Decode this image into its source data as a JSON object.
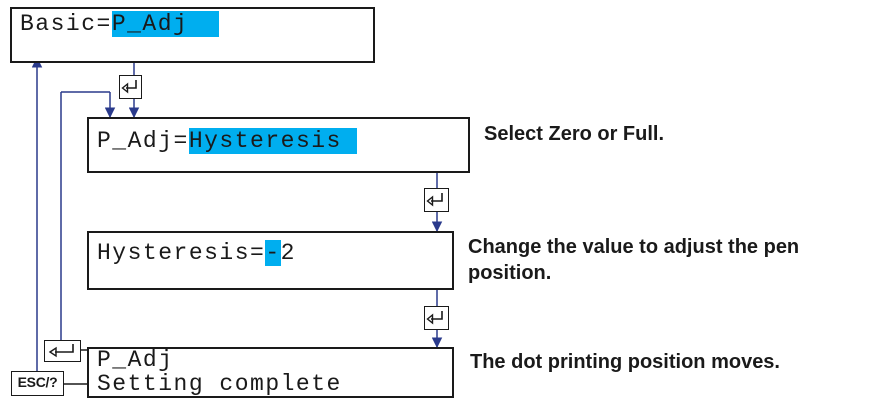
{
  "screens": {
    "basic": {
      "prefix": "Basic=",
      "value": "P_Adj"
    },
    "p_adj": {
      "prefix": "P_Adj=",
      "value": "Hysteresis"
    },
    "hysteresis": {
      "prefix": "Hysteresis=",
      "cursor": "-",
      "value": "2"
    },
    "complete": {
      "line1": "P_Adj",
      "line2": "Setting complete"
    }
  },
  "notes": {
    "select": "Select Zero or Full.",
    "change": "Change the value to adjust the pen position.",
    "moves": "The dot printing position moves."
  },
  "keys": {
    "enter_icon": "enter-key-icon",
    "esc_label": "ESC/?"
  },
  "colors": {
    "highlight": "#00aeef",
    "arrow": "#2a3a8c",
    "border": "#1a1a1a"
  }
}
